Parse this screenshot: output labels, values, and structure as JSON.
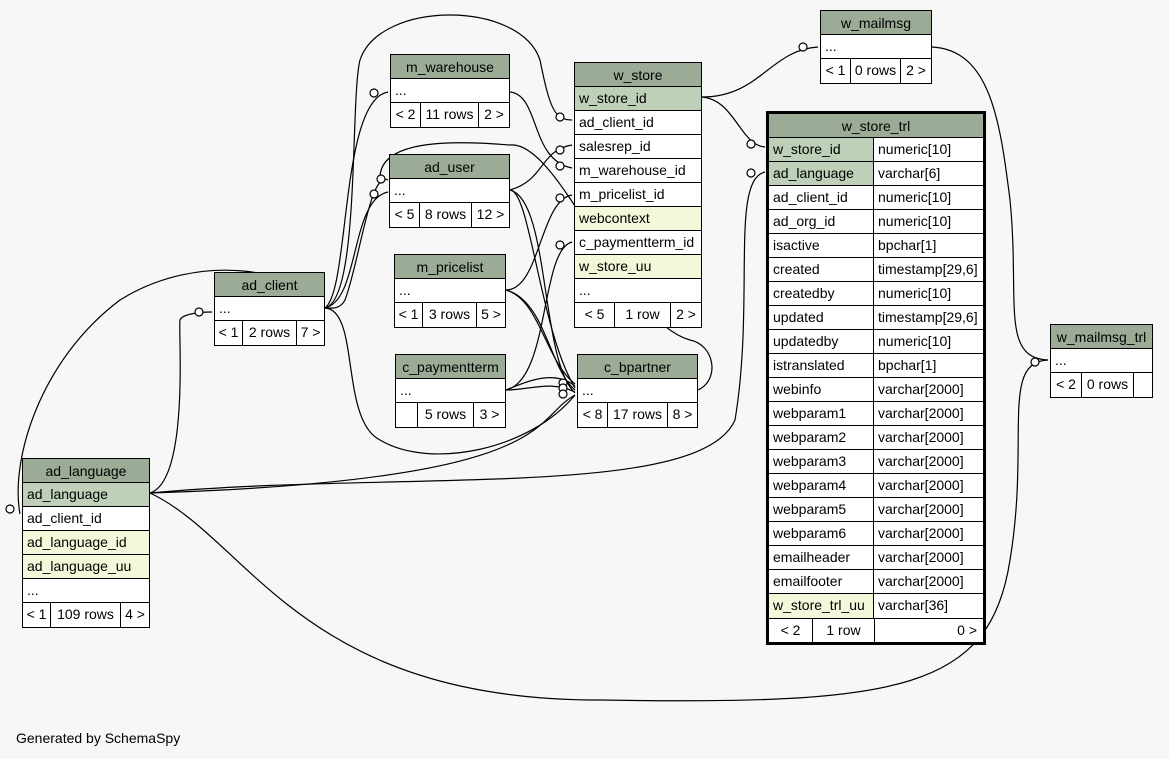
{
  "footer": "Generated by SchemaSpy",
  "tables": {
    "w_mailmsg": {
      "name": "w_mailmsg",
      "rows": [
        "..."
      ],
      "foot": [
        "< 1",
        "0 rows",
        "2 >"
      ]
    },
    "m_warehouse": {
      "name": "m_warehouse",
      "rows": [
        "..."
      ],
      "foot": [
        "< 2",
        "11 rows",
        "2 >"
      ]
    },
    "w_store": {
      "name": "w_store",
      "rows": [
        "w_store_id",
        "ad_client_id",
        "salesrep_id",
        "m_warehouse_id",
        "m_pricelist_id",
        "webcontext",
        "c_paymentterm_id",
        "w_store_uu",
        "..."
      ],
      "foot": [
        "< 5",
        "1 row",
        "2 >"
      ]
    },
    "ad_user": {
      "name": "ad_user",
      "rows": [
        "..."
      ],
      "foot": [
        "< 5",
        "8 rows",
        "12 >"
      ]
    },
    "m_pricelist": {
      "name": "m_pricelist",
      "rows": [
        "..."
      ],
      "foot": [
        "< 1",
        "3 rows",
        "5 >"
      ]
    },
    "ad_client": {
      "name": "ad_client",
      "rows": [
        "..."
      ],
      "foot": [
        "< 1",
        "2 rows",
        "7 >"
      ]
    },
    "c_paymentterm": {
      "name": "c_paymentterm",
      "rows": [
        "..."
      ],
      "foot": [
        "",
        "5 rows",
        "3 >"
      ]
    },
    "c_bpartner": {
      "name": "c_bpartner",
      "rows": [
        "..."
      ],
      "foot": [
        "< 8",
        "17 rows",
        "8 >"
      ]
    },
    "ad_language": {
      "name": "ad_language",
      "rows": [
        "ad_language",
        "ad_client_id",
        "ad_language_id",
        "ad_language_uu",
        "..."
      ],
      "foot": [
        "< 1",
        "109 rows",
        "4 >"
      ]
    },
    "w_mailmsg_trl": {
      "name": "w_mailmsg_trl",
      "rows": [
        "..."
      ],
      "foot": [
        "< 2",
        "0 rows",
        ""
      ]
    },
    "w_store_trl": {
      "name": "w_store_trl",
      "columns": [
        {
          "name": "w_store_id",
          "type": "numeric[10]"
        },
        {
          "name": "ad_language",
          "type": "varchar[6]"
        },
        {
          "name": "ad_client_id",
          "type": "numeric[10]"
        },
        {
          "name": "ad_org_id",
          "type": "numeric[10]"
        },
        {
          "name": "isactive",
          "type": "bpchar[1]"
        },
        {
          "name": "created",
          "type": "timestamp[29,6]"
        },
        {
          "name": "createdby",
          "type": "numeric[10]"
        },
        {
          "name": "updated",
          "type": "timestamp[29,6]"
        },
        {
          "name": "updatedby",
          "type": "numeric[10]"
        },
        {
          "name": "istranslated",
          "type": "bpchar[1]"
        },
        {
          "name": "webinfo",
          "type": "varchar[2000]"
        },
        {
          "name": "webparam1",
          "type": "varchar[2000]"
        },
        {
          "name": "webparam2",
          "type": "varchar[2000]"
        },
        {
          "name": "webparam3",
          "type": "varchar[2000]"
        },
        {
          "name": "webparam4",
          "type": "varchar[2000]"
        },
        {
          "name": "webparam5",
          "type": "varchar[2000]"
        },
        {
          "name": "webparam6",
          "type": "varchar[2000]"
        },
        {
          "name": "emailheader",
          "type": "varchar[2000]"
        },
        {
          "name": "emailfooter",
          "type": "varchar[2000]"
        },
        {
          "name": "w_store_trl_uu",
          "type": "varchar[36]"
        }
      ],
      "foot": [
        "< 2",
        "1 row",
        "0 >"
      ]
    }
  },
  "colors": {
    "header": "#9bab96",
    "primary_key": "#bed1b8",
    "unique": "#f4f7da",
    "background": "#f7f7f7"
  }
}
